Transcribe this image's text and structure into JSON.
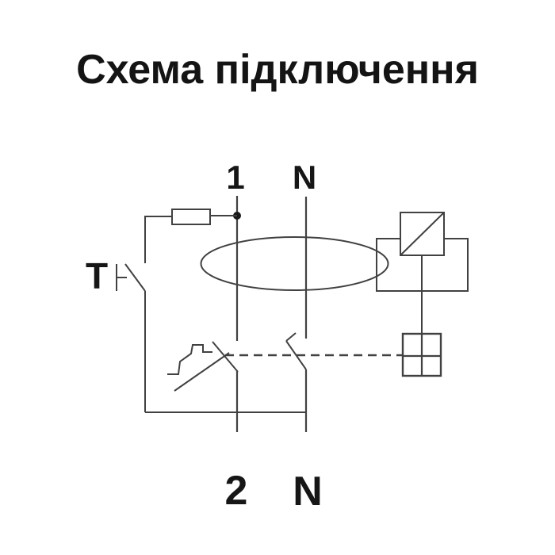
{
  "title": "Схема підключення",
  "terminals": {
    "top_line": "1",
    "top_neutral": "N",
    "test_button": "T",
    "bottom_line": "2",
    "bottom_neutral": "N"
  },
  "components": [
    "test-resistor-symbol",
    "test-button-switch-symbol",
    "junction-dot",
    "differential-current-transformer-ellipse",
    "relay-block-rectangle",
    "amplifier-square-with-diagonal",
    "trip-coil-cross-terminal-square",
    "line-pole-contact",
    "neutral-pole-contact",
    "trip-mechanism-zigzag",
    "mechanical-coupling-dashed-line"
  ],
  "colors": {
    "line": "#414141",
    "text": "#141414",
    "background": "#ffffff"
  }
}
